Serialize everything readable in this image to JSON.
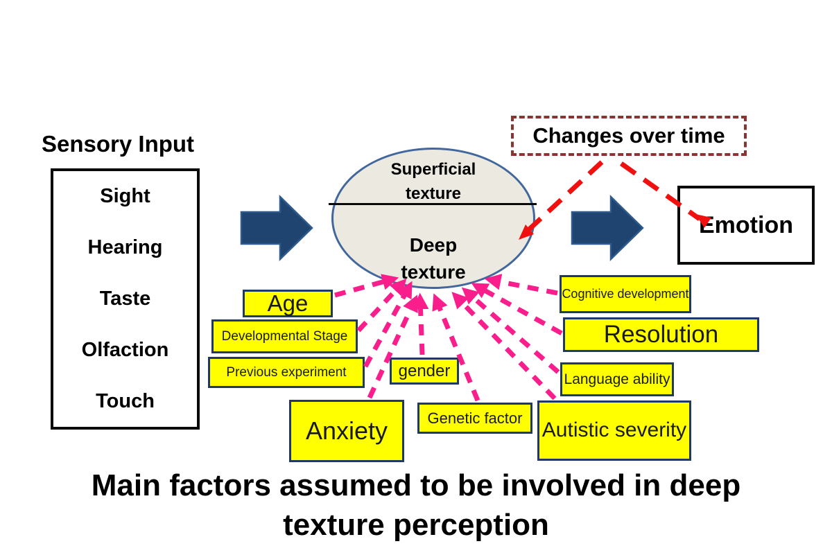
{
  "sensory": {
    "title": "Sensory Input",
    "items": [
      "Sight",
      "Hearing",
      "Taste",
      "Olfaction",
      "Touch"
    ]
  },
  "texture": {
    "top": "Superficial texture",
    "bottom": "Deep texture"
  },
  "changes": {
    "label": "Changes over time"
  },
  "emotion": {
    "label": "Emotion"
  },
  "factors": [
    {
      "label": "Age"
    },
    {
      "label": "Developmental Stage"
    },
    {
      "label": "Previous experiment"
    },
    {
      "label": "gender"
    },
    {
      "label": "Anxiety"
    },
    {
      "label": "Genetic factor"
    },
    {
      "label": "Cognitive development"
    },
    {
      "label": "Resolution"
    },
    {
      "label": "Language ability"
    },
    {
      "label": "Autistic severity"
    }
  ],
  "caption": {
    "line1": "Main factors assumed to be involved in deep",
    "line2": "texture perception"
  },
  "colors": {
    "factor_fill": "#FFFF00",
    "factor_border": "#1F3864",
    "flow_arrow": "#1F4470",
    "pink_arrow": "#FA1E8C",
    "red_arrow": "#F01010",
    "changes_border": "#8B3232",
    "ellipse_fill": "#ECEAE0",
    "ellipse_border": "#41679C"
  }
}
